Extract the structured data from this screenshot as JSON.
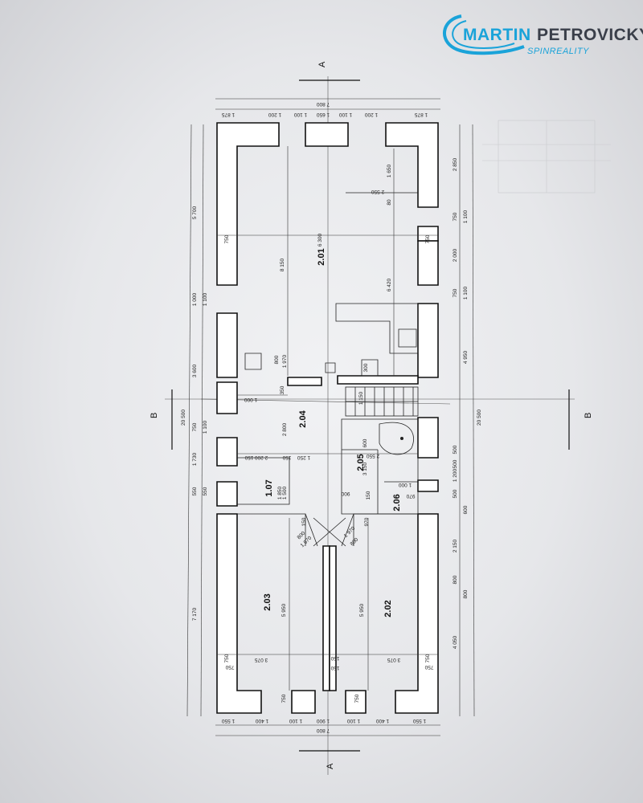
{
  "logo": {
    "first_name": "MARTIN",
    "last_name": "PETROVICKÝ",
    "tagline": "SPINREALITY",
    "accent_color": "#1aa3d9"
  },
  "sections": {
    "a_top": "A",
    "a_bottom": "A",
    "b_left": "B",
    "b_right": "B"
  },
  "rooms": [
    "2.01",
    "2.04",
    "2.05",
    "1.07",
    "2.06",
    "2.03",
    "2.02"
  ],
  "dims_top_outer": "7 800",
  "dims_top": [
    "1 875",
    "1 200",
    "1 100",
    "1 650",
    "1 100",
    "1 200",
    "1 875"
  ],
  "dims_bottom_outer": "7 800",
  "dims_bottom": [
    "1 550",
    "1 400",
    "1 100",
    "1 900",
    "1 100",
    "1 400",
    "1 550"
  ],
  "dims_left_outer": "20 500",
  "dims_left": [
    "5 700",
    "1 000",
    "1 100",
    "3 600",
    "750",
    "1 100",
    "1 730",
    "550",
    "550",
    "7 170"
  ],
  "dims_right_outer": "20 500",
  "dims_right": [
    "2 850",
    "750",
    "1 100",
    "2 000",
    "750",
    "1 100",
    "4 950",
    "500",
    "500",
    "1 200",
    "500",
    "600",
    "2 150",
    "800",
    "800",
    "4 050"
  ],
  "dims_inner": [
    "750",
    "750",
    "750",
    "750",
    "6 300",
    "8 150",
    "6 420",
    "1 650",
    "2 550",
    "80",
    "800",
    "1 970",
    "350",
    "300",
    "1 000",
    "1 150",
    "2 800",
    "2 200",
    "150",
    "1 850",
    "1 250",
    "150",
    "2 550",
    "600",
    "3 150",
    "1 000",
    "150",
    "970",
    "900",
    "1 870",
    "1 500",
    "150",
    "800",
    "1 970",
    "800",
    "970",
    "150",
    "5 950",
    "5 950",
    "3 075",
    "3 075",
    "150",
    "750",
    "750",
    "750",
    "750"
  ]
}
